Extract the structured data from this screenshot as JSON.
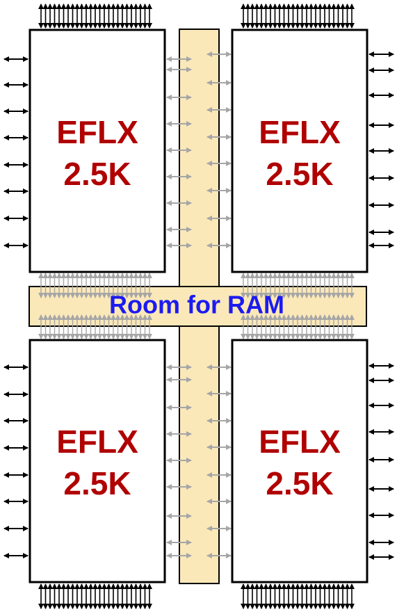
{
  "blocks": [
    {
      "line1": "EFLX",
      "line2": "2.5K"
    },
    {
      "line1": "EFLX",
      "line2": "2.5K"
    },
    {
      "line1": "EFLX",
      "line2": "2.5K"
    },
    {
      "line1": "EFLX",
      "line2": "2.5K"
    }
  ],
  "ram_label": "Room for RAM",
  "colors": {
    "channel_fill": "#fbe8b9",
    "block_fill": "#ffffff",
    "block_stroke": "#000000",
    "label_red": "#b00000",
    "ram_blue": "#1b1bf0",
    "outer_arrow": "#000000",
    "inner_arrow": "#a6a6a6"
  },
  "icons": {
    "outer_io": "double-arrow-icon",
    "inner_io": "gray-double-arrow-icon"
  }
}
